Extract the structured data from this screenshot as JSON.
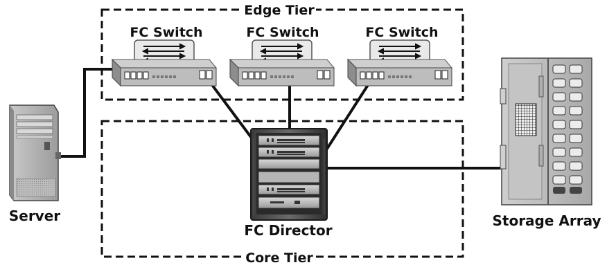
{
  "tiers": {
    "edge": "Edge Tier",
    "core": "Core Tier"
  },
  "devices": {
    "switches": [
      "FC Switch",
      "FC Switch",
      "FC Switch"
    ],
    "director": "FC Director",
    "server": "Server",
    "storage": "Storage Array"
  }
}
